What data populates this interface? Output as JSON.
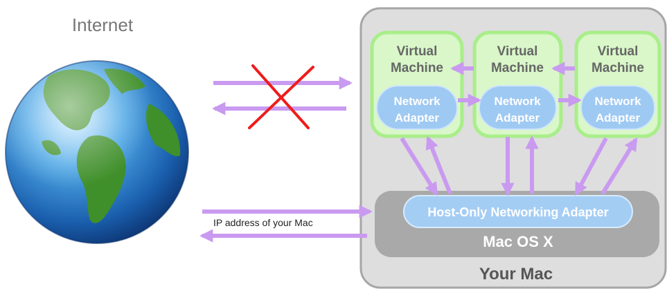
{
  "internet_label": "Internet",
  "machines": [
    {
      "title_line1": "Virtual",
      "title_line2": "Machine",
      "adapter_line1": "Network",
      "adapter_line2": "Adapter"
    },
    {
      "title_line1": "Virtual",
      "title_line2": "Machine",
      "adapter_line1": "Network",
      "adapter_line2": "Adapter"
    },
    {
      "title_line1": "Virtual",
      "title_line2": "Machine",
      "adapter_line1": "Network",
      "adapter_line2": "Adapter"
    }
  ],
  "host_adapter_label": "Host-Only Networking Adapter",
  "os_label": "Mac OS X",
  "mac_label": "Your Mac",
  "ip_label": "IP address of your Mac",
  "colors": {
    "arrow": "#c99af0",
    "blocked_x": "#ee1c1c",
    "vm_border": "#a9ee8a",
    "vm_fill": "#d9f7c8",
    "adapter": "#9ec9f2",
    "host_adapter": "#a4cdf4",
    "mac_panel": "#dcdcdc",
    "os_band": "#a9a9a9"
  }
}
